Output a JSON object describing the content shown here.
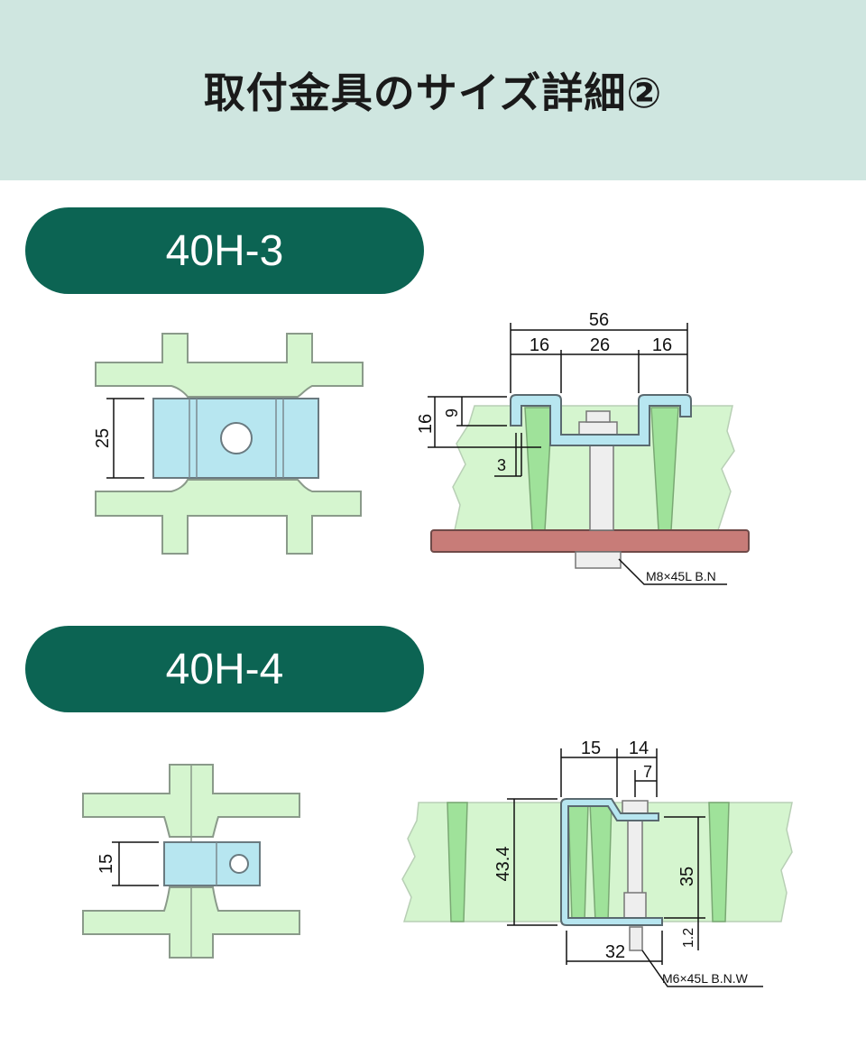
{
  "title": "取付金具のサイズ詳細②",
  "colors": {
    "header_bg": "#cfe6e0",
    "pill_bg": "#0c6453",
    "grating_green": "#d5f5cf",
    "bar_green": "#9fe29a",
    "clip_blue": "#b7e6f0",
    "plate_red": "#c87c78"
  },
  "sections": [
    {
      "label": "40H-3",
      "plan_dims": {
        "height": "25"
      },
      "section_dims": {
        "total_width": "56",
        "left": "16",
        "center": "26",
        "right": "16",
        "height": "16",
        "inner_height": "9",
        "thickness": "3"
      },
      "bolt_note": "M8×45L B.N"
    },
    {
      "label": "40H-4",
      "plan_dims": {
        "height": "15"
      },
      "section_dims": {
        "width_a": "15",
        "width_b": "14",
        "offset": "7",
        "height": "43.4",
        "inner_height": "35",
        "thickness": "1.2",
        "bottom_width": "32"
      },
      "bolt_note": "M6×45L B.N.W"
    }
  ]
}
